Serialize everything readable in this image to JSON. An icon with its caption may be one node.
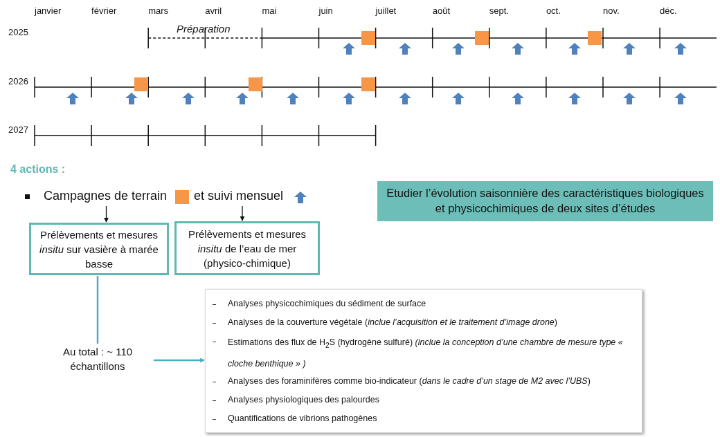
{
  "diagram": {
    "nodes": [
      {
        "text": [
          "Campagnes de terrain"
        ]
      },
      {
        "text": [
          "et suivi mensuel"
        ]
      },
      {
        "text": [
          "Prélèvements et mesures *insitu* sur vasière à marée basse"
        ]
      },
      {
        "text": [
          "Prélèvements et mesures *insitu* de l’eau de mer (physico-chimique)"
        ]
      },
      {
        "text": [
          "Au total : ~ 110 échantillons"
        ]
      },
      {
        "text": [
          "Analyses physicochimiques du sédiment de surface",
          "Analyses de la couverture végétale (*inclue l’acquisition et le traitement d’image drone*)",
          "Estimations des flux de H$_{2}$S (hydrogène sulfuré) *(inclue la conception d’une chambre de mesure type « cloche benthique » )*",
          "Analyses des foraminifères comme bio-indicateur (*dans le cadre d’un stage de M2 avec l’UBS*)",
          "Analyses physiologiques des palourdes",
          "Quantifications de vibrions pathogènes"
        ]
      },
      {
        "text": [
          "Etudier l’évolution saisonnière des caractéristiques biologiques et physicochimiques de deux sites d’études"
        ]
      }
    ],
    "edges": [
      {
        "from": 0,
        "to": 2,
        "arrow": "to"
      },
      {
        "from": 1,
        "to": 3,
        "arrow": "to"
      },
      {
        "from": 2,
        "to": 4,
        "arrow": "none",
        "color": "#4bacc6"
      },
      {
        "from": 4,
        "to": 5,
        "arrow": "to",
        "color": "#4bacc6"
      }
    ],
    "labels": [
      "janvier",
      "février",
      "mars",
      "avril",
      "mai",
      "juin",
      "juillet",
      "août",
      "sept.",
      "oct.",
      "nov.",
      "déc.",
      "2025",
      "Préparation",
      "2026",
      "2027",
      "4 actions :"
    ]
  }
}
